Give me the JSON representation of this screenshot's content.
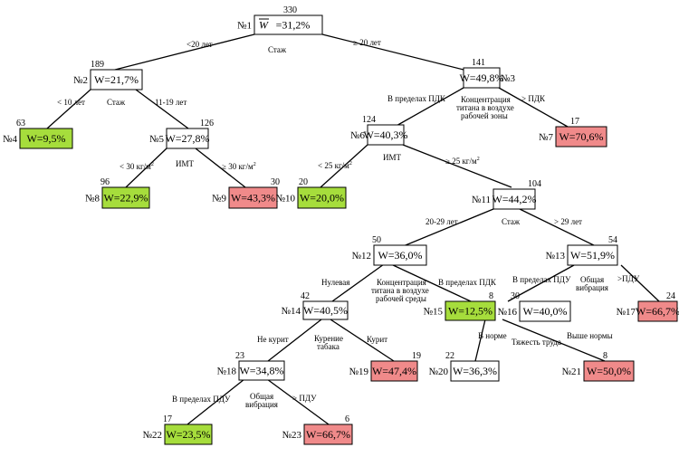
{
  "colors": {
    "neutral": "#ffffff",
    "low": "#a6dd3c",
    "high": "#f08a8a"
  },
  "nodes": [
    {
      "id": "n1",
      "no": "№1",
      "w": "=31,2%",
      "count": "330",
      "tone": "neutral",
      "overline": true
    },
    {
      "id": "n2",
      "no": "№2",
      "w": "W=21,7%",
      "count": "189",
      "tone": "neutral"
    },
    {
      "id": "n3",
      "no": "№3",
      "w": "W=49,8%",
      "count": "141",
      "tone": "neutral"
    },
    {
      "id": "n4",
      "no": "№4",
      "w": "W=9,5%",
      "count": "63",
      "tone": "low"
    },
    {
      "id": "n5",
      "no": "№5",
      "w": "W=27,8%",
      "count": "126",
      "tone": "neutral"
    },
    {
      "id": "n6",
      "no": "№6",
      "w": "W=40,3%",
      "count": "124",
      "tone": "neutral"
    },
    {
      "id": "n7",
      "no": "№7",
      "w": "W=70,6%",
      "count": "17",
      "tone": "high"
    },
    {
      "id": "n8",
      "no": "№8",
      "w": "W=22,9%",
      "count": "96",
      "tone": "low"
    },
    {
      "id": "n9",
      "no": "№9",
      "w": "W=43,3%",
      "count": "30",
      "tone": "high"
    },
    {
      "id": "n10",
      "no": "№10",
      "w": "W=20,0%",
      "count": "20",
      "tone": "low"
    },
    {
      "id": "n11",
      "no": "№11",
      "w": "W=44,2%",
      "count": "104",
      "tone": "neutral"
    },
    {
      "id": "n12",
      "no": "№12",
      "w": "W=36,0%",
      "count": "50",
      "tone": "neutral"
    },
    {
      "id": "n13",
      "no": "№13",
      "w": "W=51,9%",
      "count": "54",
      "tone": "neutral"
    },
    {
      "id": "n14",
      "no": "№14",
      "w": "W=40,5%",
      "count": "42",
      "tone": "neutral"
    },
    {
      "id": "n15",
      "no": "№15",
      "w": "W=12,5%",
      "count": "8",
      "tone": "low"
    },
    {
      "id": "n16",
      "no": "№16",
      "w": "W=40,0%",
      "count": "30",
      "tone": "neutral"
    },
    {
      "id": "n17",
      "no": "№17",
      "w": "W=66,7%",
      "count": "24",
      "tone": "high"
    },
    {
      "id": "n18",
      "no": "№18",
      "w": "W=34,8%",
      "count": "23",
      "tone": "neutral"
    },
    {
      "id": "n19",
      "no": "№19",
      "w": "W=47,4%",
      "count": "19",
      "tone": "high"
    },
    {
      "id": "n20",
      "no": "№20",
      "w": "W=36,3%",
      "count": "22",
      "tone": "neutral"
    },
    {
      "id": "n21",
      "no": "№21",
      "w": "W=50,0%",
      "count": "8",
      "tone": "high"
    },
    {
      "id": "n22",
      "no": "№22",
      "w": "W=23,5%",
      "count": "17",
      "tone": "low"
    },
    {
      "id": "n23",
      "no": "№23",
      "w": "W=66,7%",
      "count": "6",
      "tone": "high"
    }
  ],
  "labels": {
    "stazh": "Стаж",
    "lt20": "<20 лет",
    "ge20": "≥ 20 лет",
    "lt10": "< 10 лет",
    "y11_19": "11-19 лет",
    "pdk_in": "В пределах ПДК",
    "ti_air_work_1": "Концентрация",
    "ti_air_work_2": "титана в воздухе",
    "ti_air_work_3": "рабочей зоны",
    "gt_pdk": "> ПДК",
    "bmi": "ИМТ",
    "lt30_a": "< 30 кг/м",
    "gt30_a": "≥ 30 кг/м",
    "lt25": "< 25 кг/м",
    "ge25": "≥ 25 кг/м",
    "sup2": "2",
    "y20_29": "20-29 лет",
    "gt29": "> 29 лет",
    "nulevaya": "Нулевая",
    "ti_air_env_1": "Концентрация",
    "ti_air_env_2": "титана в воздухе",
    "ti_air_env_3": "рабочей среды",
    "pdk_in2": "В пределах ПДК",
    "pdu_in": "В пределах ПДУ",
    "vib_1": "Общая",
    "vib_2": "вибрация",
    "gt_pdu": ">ПДУ",
    "ne_kurit": "Не курит",
    "smoke_1": "Курение",
    "smoke_2": "табака",
    "kurit": "Курит",
    "v_norme": "В норме",
    "tyazh": "Тяжесть труда",
    "vyshe": "Выше нормы",
    "pdu_in2": "В пределах ПДУ",
    "vib2_1": "Общая",
    "vib2_2": "вибрация",
    "gt_pdu2": "> ПДУ"
  }
}
